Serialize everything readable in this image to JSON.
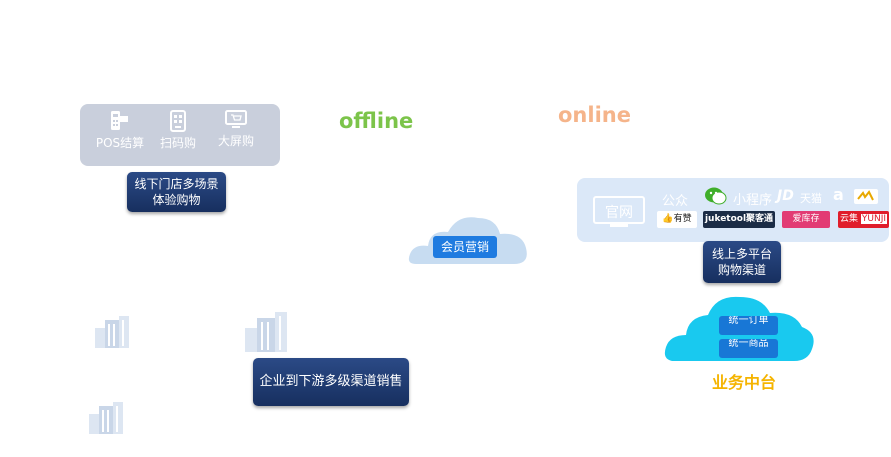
{
  "offline": {
    "title": "offline",
    "title_color": "#7cc44a",
    "panel_items": [
      {
        "label": "POS结算",
        "icon": "pos-terminal-icon"
      },
      {
        "label": "扫码购",
        "icon": "scan-phone-icon"
      },
      {
        "label": "大屏购",
        "icon": "monitor-cart-icon"
      }
    ],
    "caption": [
      "线下门店多场景",
      "体验购物"
    ]
  },
  "member": {
    "label": "会员营销"
  },
  "online": {
    "title": "online",
    "title_color": "#f5b48a",
    "website_label": "官网",
    "public_label": "公众",
    "miniprogram_label": "小程序",
    "jd_label": "JD",
    "tmall_label": "天猫",
    "amazon_label": "a",
    "youzan_label": "有赞",
    "juketool_label": "juketool聚客通",
    "weidian_label": "爱库存",
    "yunji_label": "云集",
    "yunji_en": "YUNJI",
    "caption": [
      "线上多平台",
      "购物渠道"
    ]
  },
  "middle_platform": {
    "order_label": "统一订单",
    "goods_label": "统一商品",
    "title": "业务中台",
    "title_color": "#f5b400"
  },
  "enterprise": {
    "label": "企业到下游多级渠道销售"
  }
}
